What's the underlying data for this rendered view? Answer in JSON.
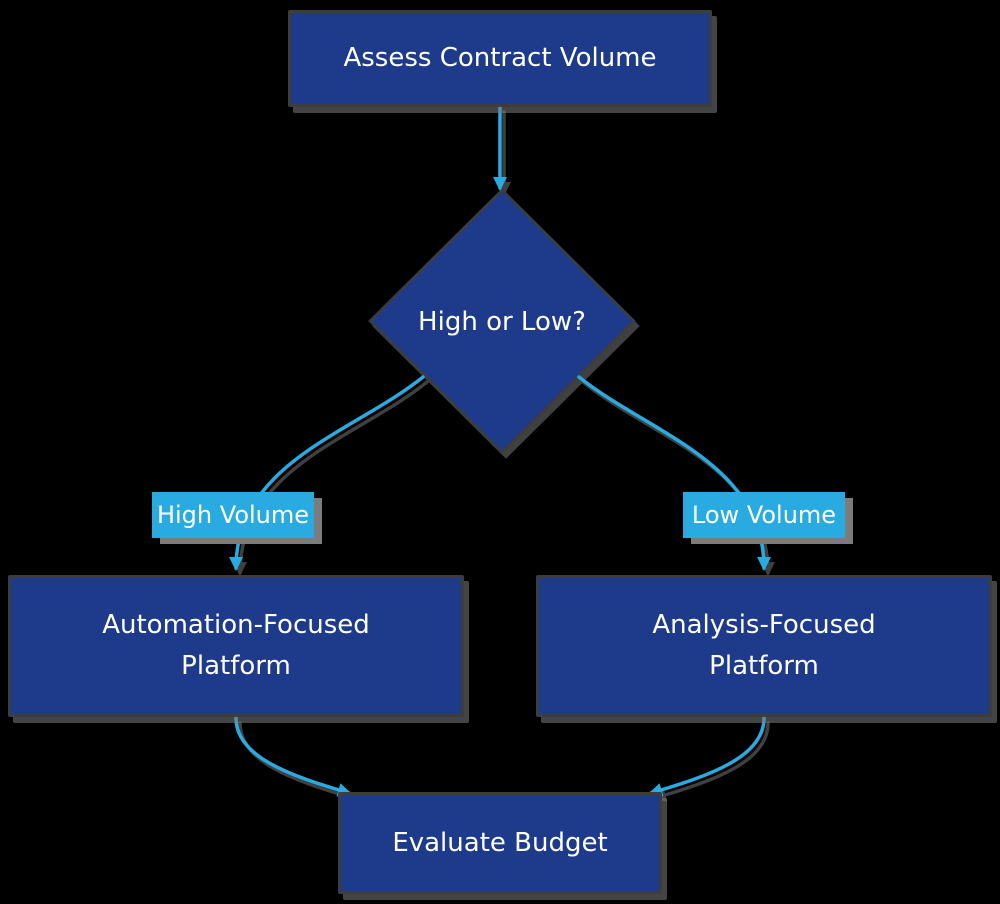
{
  "diagram_type": "flowchart",
  "colors": {
    "background": "#000000",
    "node_fill": "#1e3a8a",
    "node_border": "#3d3d3d",
    "node_text": "#ffffff",
    "edge": "#29abe2",
    "edge_label_bg": "#29abe2",
    "edge_label_text": "#ffffff",
    "shadow": "#7c7c7c"
  },
  "nodes": {
    "assess": {
      "type": "rectangle",
      "label": "Assess Contract Volume",
      "lines": [
        "Assess Contract Volume"
      ]
    },
    "decision": {
      "type": "diamond",
      "label": "High or Low?",
      "lines": [
        "High or Low?"
      ]
    },
    "automation": {
      "type": "rectangle",
      "label": "Automation-Focused Platform",
      "lines": [
        "Automation-Focused",
        "Platform"
      ]
    },
    "analysis": {
      "type": "rectangle",
      "label": "Analysis-Focused Platform",
      "lines": [
        "Analysis-Focused",
        "Platform"
      ]
    },
    "budget": {
      "type": "rectangle",
      "label": "Evaluate Budget",
      "lines": [
        "Evaluate Budget"
      ]
    }
  },
  "edge_labels": {
    "high": {
      "text": "High Volume"
    },
    "low": {
      "text": "Low Volume"
    }
  },
  "edges": [
    {
      "from": "assess",
      "to": "decision",
      "label": ""
    },
    {
      "from": "decision",
      "to": "automation",
      "label": "High Volume"
    },
    {
      "from": "decision",
      "to": "analysis",
      "label": "Low Volume"
    },
    {
      "from": "automation",
      "to": "budget",
      "label": ""
    },
    {
      "from": "analysis",
      "to": "budget",
      "label": ""
    }
  ]
}
